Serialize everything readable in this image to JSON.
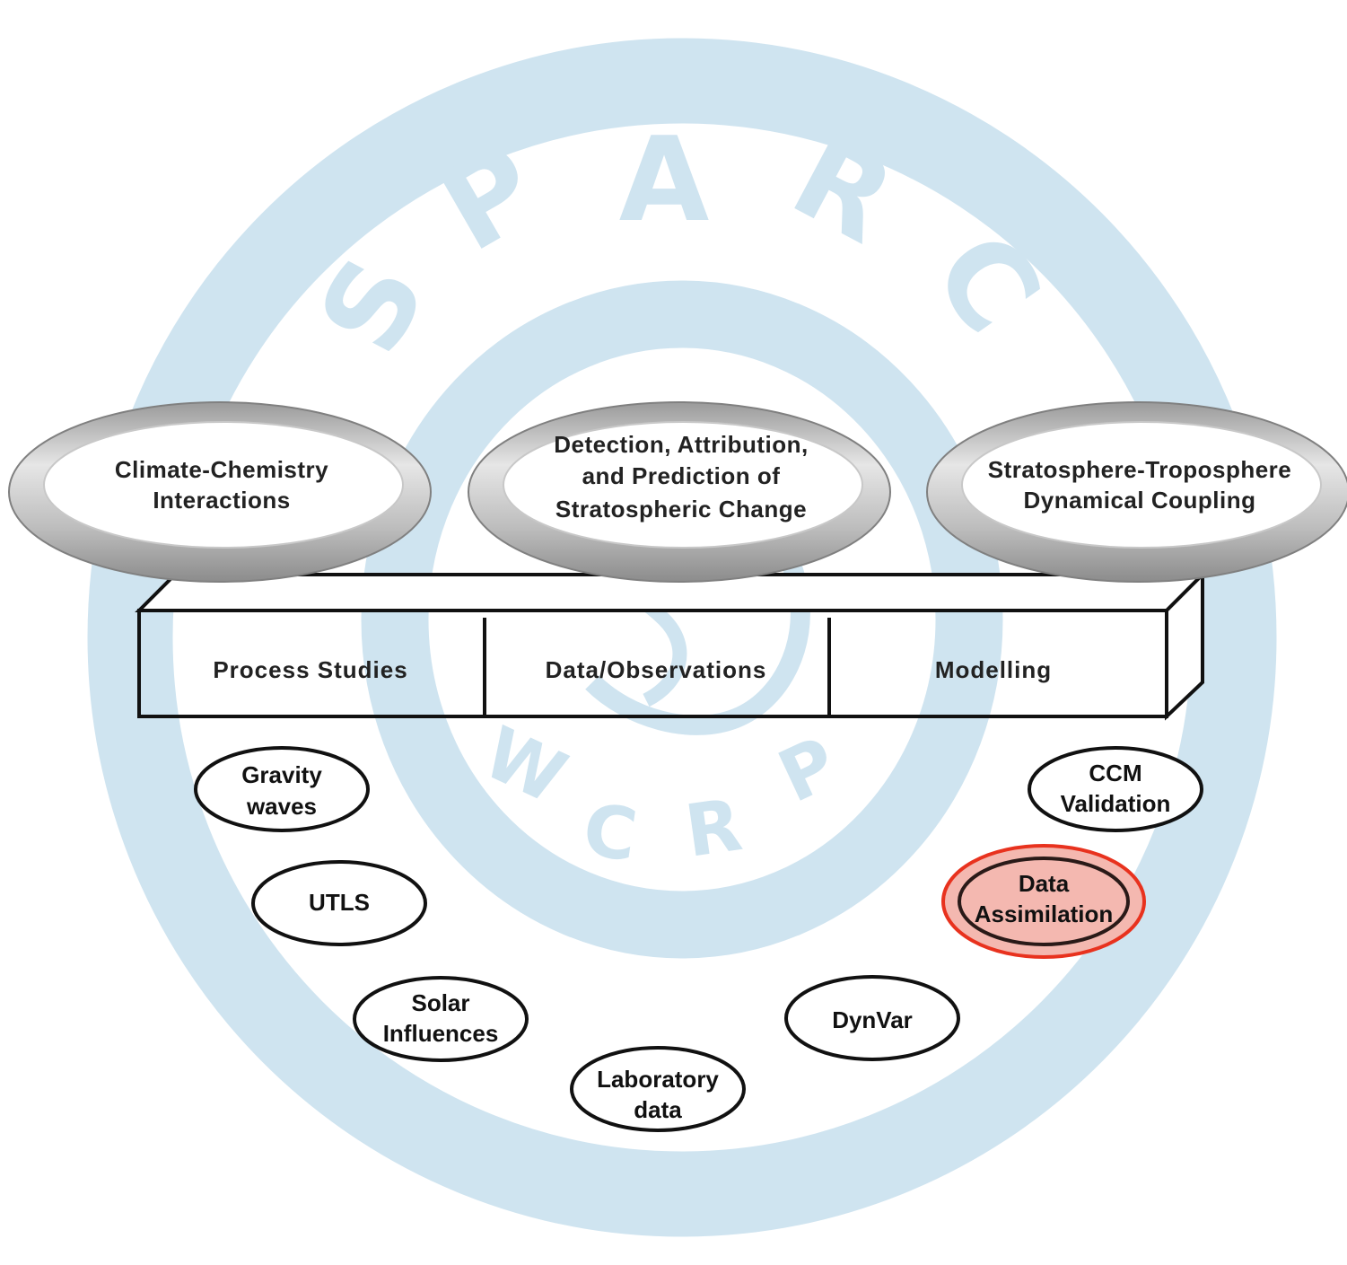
{
  "watermark": {
    "logo_letters_top": [
      "S",
      "P",
      "A",
      "R",
      "C"
    ],
    "logo_letters_bottom": [
      "W",
      "C",
      "R",
      "P"
    ],
    "color": "#cfe4f0"
  },
  "themes": [
    {
      "lines": [
        "Climate-Chemistry",
        "Interactions"
      ]
    },
    {
      "lines": [
        "Detection, Attribution,",
        "and Prediction of",
        "Stratospheric Change"
      ]
    },
    {
      "lines": [
        "Stratosphere-Troposphere",
        "Dynamical Coupling"
      ]
    }
  ],
  "pillars": [
    {
      "label": "Process Studies"
    },
    {
      "label": "Data/Observations"
    },
    {
      "label": "Modelling"
    }
  ],
  "activities": [
    {
      "lines": [
        "Gravity",
        "waves"
      ],
      "highlighted": false
    },
    {
      "lines": [
        "UTLS"
      ],
      "highlighted": false
    },
    {
      "lines": [
        "Solar",
        "Influences"
      ],
      "highlighted": false
    },
    {
      "lines": [
        "Laboratory",
        "data"
      ],
      "highlighted": false
    },
    {
      "lines": [
        "DynVar"
      ],
      "highlighted": false
    },
    {
      "lines": [
        "Data",
        "Assimilation"
      ],
      "highlighted": true
    },
    {
      "lines": [
        "CCM",
        "Validation"
      ],
      "highlighted": false
    }
  ],
  "colors": {
    "highlight_fill": "#f4b8b0",
    "highlight_ring": "#e8321e",
    "ring_light": "#f2f2f2",
    "ring_dark": "#9a9a9a",
    "stroke": "#111111"
  }
}
